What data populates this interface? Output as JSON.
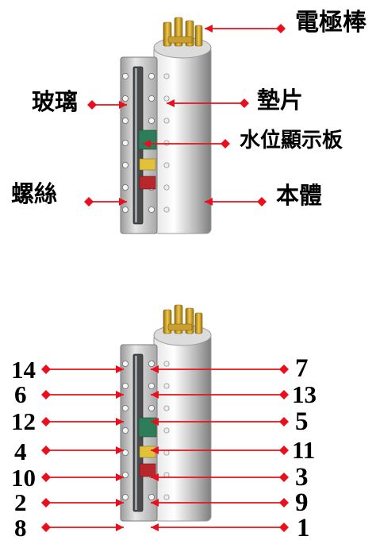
{
  "top": {
    "labels": {
      "electrode": "電極棒",
      "glass": "玻璃",
      "gasket": "墊片",
      "indicator": "水位顯示板",
      "screw": "螺絲",
      "body": "本體"
    }
  },
  "bottom": {
    "left_numbers": [
      "14",
      "6",
      "12",
      "4",
      "10",
      "2",
      "8"
    ],
    "right_numbers": [
      "7",
      "13",
      "5",
      "11",
      "3",
      "9",
      "1"
    ]
  },
  "colors": {
    "arrow": "#e8101c",
    "metal_light": "#f2f2f2",
    "metal_dark": "#8c8c8c",
    "brass": "#d4a21c",
    "indicator_green": "#2e7d5a",
    "indicator_yellow": "#e2c23a",
    "indicator_red": "#b8272c"
  }
}
